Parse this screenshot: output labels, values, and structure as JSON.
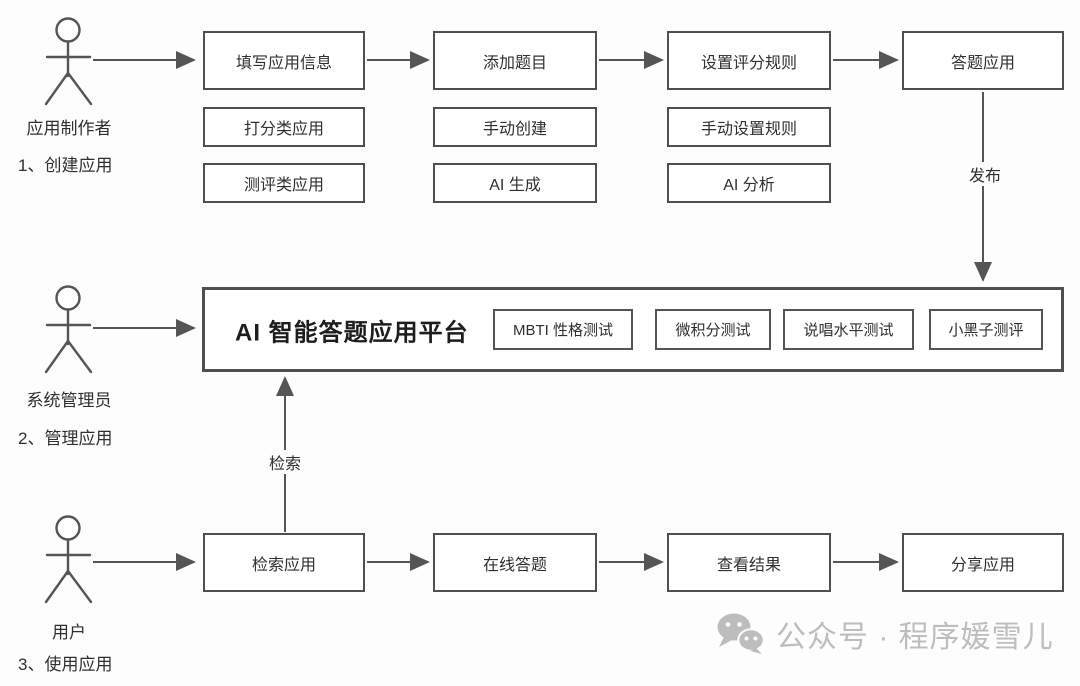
{
  "actors": {
    "creator": {
      "name": "应用制作者",
      "action": "1、创建应用"
    },
    "admin": {
      "name": "系统管理员",
      "action": "2、管理应用"
    },
    "user": {
      "name": "用户",
      "action": "3、使用应用"
    }
  },
  "create_flow": {
    "steps": [
      "填写应用信息",
      "添加题目",
      "设置评分规则",
      "答题应用"
    ],
    "options": {
      "col1": [
        "打分类应用",
        "测评类应用"
      ],
      "col2": [
        "手动创建",
        "AI 生成"
      ],
      "col3": [
        "手动设置规则",
        "AI 分析"
      ]
    },
    "publish_label": "发布"
  },
  "platform": {
    "title": "AI 智能答题应用平台",
    "apps": [
      "MBTI 性格测试",
      "微积分测试",
      "说唱水平测试",
      "小黑子测评"
    ]
  },
  "use_flow": {
    "steps": [
      "检索应用",
      "在线答题",
      "查看结果",
      "分享应用"
    ],
    "search_label": "检索"
  },
  "watermark": {
    "text": "公众号 · 程序媛雪儿"
  },
  "colors": {
    "line": "#555555",
    "box_border": "#4f4f4f",
    "text": "#2f2f2f",
    "watermark": "#bdbdbd"
  }
}
